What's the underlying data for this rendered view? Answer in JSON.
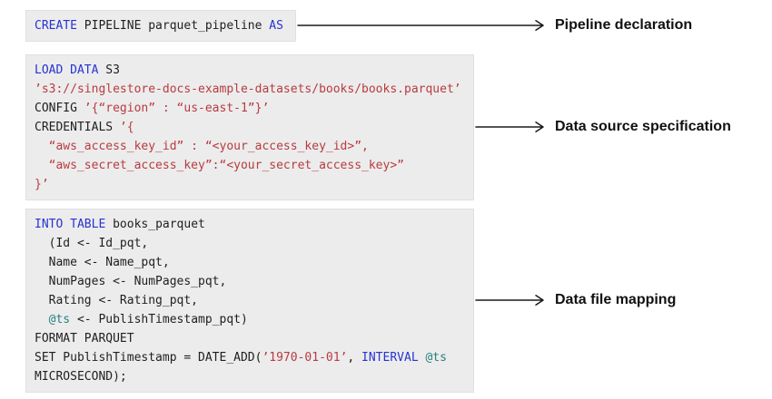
{
  "colors": {
    "keyword": "#2733d0",
    "string": "#b83b41",
    "variable": "#26817d",
    "code_text": "#1f1f1f",
    "label_text": "#111111",
    "block_background": "#ececec",
    "block_border": "#e0e0e0",
    "arrow": "#1a1a1a"
  },
  "blocks": [
    {
      "annotation": "Pipeline declaration",
      "lines": [
        [
          {
            "c": "k",
            "t": "CREATE"
          },
          {
            "c": "p",
            "t": " PIPELINE parquet_pipeline "
          },
          {
            "c": "k",
            "t": "AS"
          }
        ]
      ]
    },
    {
      "annotation": "Data source specification",
      "lines": [
        [
          {
            "c": "k",
            "t": "LOAD DATA"
          },
          {
            "c": "p",
            "t": " S3"
          }
        ],
        [
          {
            "c": "s",
            "t": "’s3://singlestore-docs-example-datasets/books/books.parquet’"
          }
        ],
        [
          {
            "c": "p",
            "t": "CONFIG "
          },
          {
            "c": "s",
            "t": "’{“region” : “us-east-1”}’"
          }
        ],
        [
          {
            "c": "p",
            "t": "CREDENTIALS "
          },
          {
            "c": "s",
            "t": "’{"
          }
        ],
        [
          {
            "c": "s",
            "t": "  “aws_access_key_id” : “<your_access_key_id>”,"
          }
        ],
        [
          {
            "c": "s",
            "t": "  “aws_secret_access_key”:“<your_secret_access_key>”"
          }
        ],
        [
          {
            "c": "s",
            "t": "}’"
          }
        ]
      ]
    },
    {
      "annotation": "Data file mapping",
      "lines": [
        [
          {
            "c": "k",
            "t": "INTO TABLE"
          },
          {
            "c": "p",
            "t": " books_parquet"
          }
        ],
        [
          {
            "c": "p",
            "t": "  (Id <- Id_pqt,"
          }
        ],
        [
          {
            "c": "p",
            "t": "  Name <- Name_pqt,"
          }
        ],
        [
          {
            "c": "p",
            "t": "  NumPages <- NumPages_pqt,"
          }
        ],
        [
          {
            "c": "p",
            "t": "  Rating <- Rating_pqt,"
          }
        ],
        [
          {
            "c": "p",
            "t": "  "
          },
          {
            "c": "v",
            "t": "@ts"
          },
          {
            "c": "p",
            "t": " <- PublishTimestamp_pqt)"
          }
        ],
        [
          {
            "c": "p",
            "t": "FORMAT PARQUET"
          }
        ],
        [
          {
            "c": "p",
            "t": "SET PublishTimestamp = DATE_ADD("
          },
          {
            "c": "s",
            "t": "’1970-01-01’"
          },
          {
            "c": "p",
            "t": ", "
          },
          {
            "c": "k",
            "t": "INTERVAL"
          },
          {
            "c": "p",
            "t": " "
          },
          {
            "c": "v",
            "t": "@ts"
          }
        ],
        [
          {
            "c": "p",
            "t": "MICROSECOND);"
          }
        ]
      ]
    }
  ]
}
